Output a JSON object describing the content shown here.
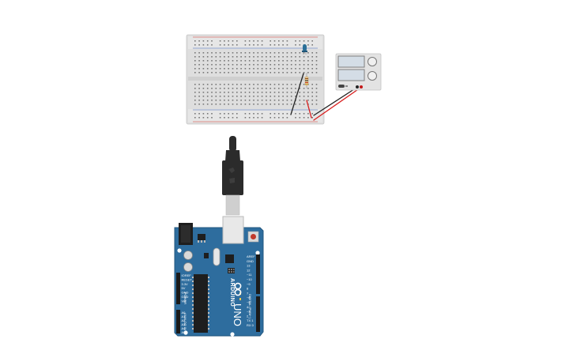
{
  "components": {
    "breadboard": {
      "name": "Breadboard"
    },
    "power_supply": {
      "name": "Power Supply"
    },
    "usb_cable": {
      "name": "USB Cable"
    },
    "arduino": {
      "brand": "ARDUINO",
      "model": "UNO",
      "power_pins": [
        "IOREF",
        "RESET",
        "3.3V",
        "5V",
        "GND",
        "GND",
        "Vin"
      ],
      "analog_pins": [
        "A0",
        "A1",
        "A2",
        "A3",
        "A4",
        "A5"
      ],
      "digital_header_labels": [
        "AREF",
        "GND",
        "13",
        "12",
        "~11",
        "~10",
        "~9",
        "8",
        "7",
        "~6",
        "~5",
        "4",
        "~3",
        "2",
        "TX 1",
        "RX 0"
      ],
      "power_header_title": "POWER",
      "analog_header_title": "ANALOG IN",
      "digital_header_title": "DIGITAL (PWM~)"
    }
  },
  "colors": {
    "board_blue": "#2e6d9e",
    "breadboard": "#dcdcdc",
    "rail_red": "#d8382f",
    "rail_blue": "#3b62b8",
    "wire_red": "#d81e1e",
    "wire_black": "#222222",
    "led": "#2a6f97",
    "cable": "#2b2b2b"
  }
}
